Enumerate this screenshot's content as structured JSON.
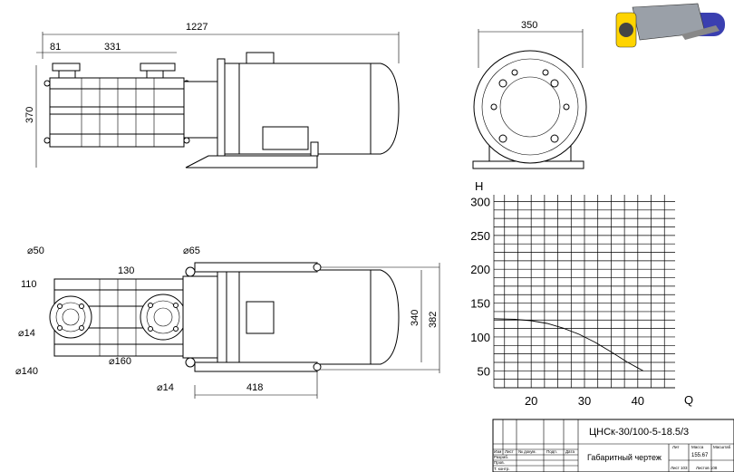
{
  "views": {
    "front": {
      "overall_length": "1227",
      "flange_offset": "81",
      "flange_span": "331",
      "height": "370"
    },
    "side": {
      "width": "350"
    },
    "top": {
      "d_outlet": "⌀50",
      "d_inlet": "⌀65",
      "dim_110": "110",
      "dim_130": "130",
      "d_bolt_left": "⌀14",
      "d_pcd_left": "⌀140",
      "d_pcd_right": "⌀160",
      "d_bolt_foot": "⌀14",
      "foot_length": "418",
      "height_340": "340",
      "height_382": "382"
    }
  },
  "chart_data": {
    "type": "line",
    "title": "",
    "xlabel": "Q",
    "ylabel": "H",
    "xlim": [
      13,
      47
    ],
    "ylim": [
      25,
      310
    ],
    "x_ticks": [
      20,
      30,
      40
    ],
    "y_ticks": [
      50,
      100,
      150,
      200,
      250,
      300
    ],
    "grid": true,
    "series": [
      {
        "x": [
          13,
          17,
          20,
          23,
          26,
          29,
          32,
          35,
          38,
          41
        ],
        "y": [
          127,
          126,
          124,
          120,
          113,
          104,
          92,
          78,
          63,
          50
        ]
      }
    ]
  },
  "title_block": {
    "designation": "ЦНСк-30/100-5-18.5/3",
    "drawing_name": "Габаритный чертеж",
    "col_izm": "Изм",
    "col_list": "Лист",
    "col_doc": "№ докум.",
    "col_sign": "Подп.",
    "col_date": "Дата",
    "row_dev": "Разраб.",
    "row_check": "Пров.",
    "row_tcontrol": "Т. контр.",
    "lit": "Лит",
    "mass_label": "Масса",
    "scale_label": "Масштаб",
    "mass_value": "155.67",
    "sheet": "Лист 103",
    "sheets": "Листов 108"
  },
  "colors": {
    "casing": "#ffd400",
    "motor": "#3a3fb0",
    "flange": "#cfd2d6"
  }
}
